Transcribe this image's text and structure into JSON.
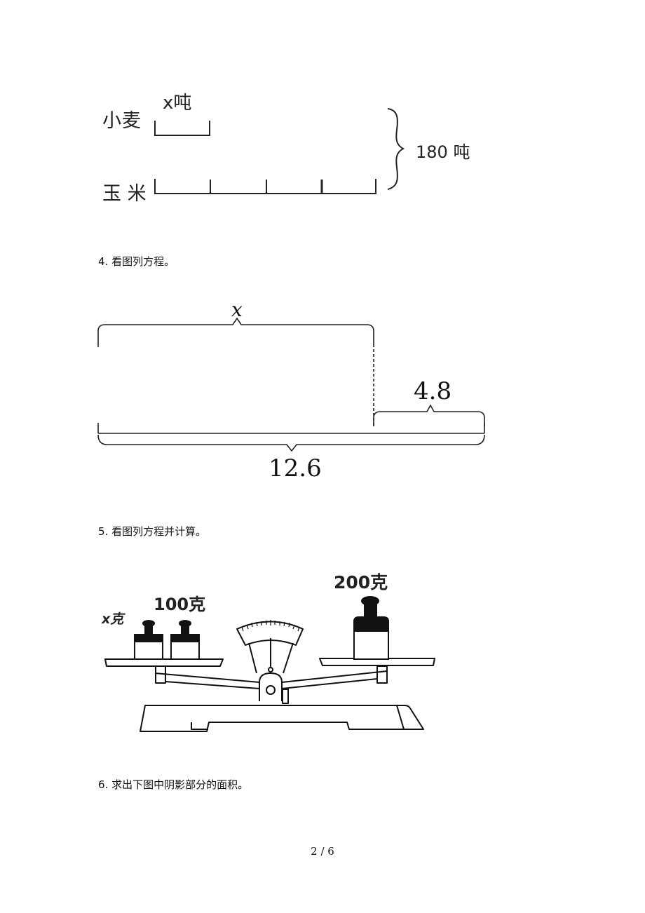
{
  "fig1": {
    "wheat_label": "小麦",
    "wheat_amount": "x吨",
    "corn_label": "玉 米",
    "total": "180 吨"
  },
  "q4": {
    "text": "4.  看图列方程。",
    "var_label": "x",
    "part_label": "4.8",
    "total_label": "12.6"
  },
  "q5": {
    "text": "5.  看图列方程并计算。",
    "x_weight": "x克",
    "left_weights": "100克",
    "right_weight": "200克"
  },
  "q6": {
    "text": "6.  求出下图中阴影部分的面积。"
  },
  "footer": {
    "page": "2 / 6"
  }
}
